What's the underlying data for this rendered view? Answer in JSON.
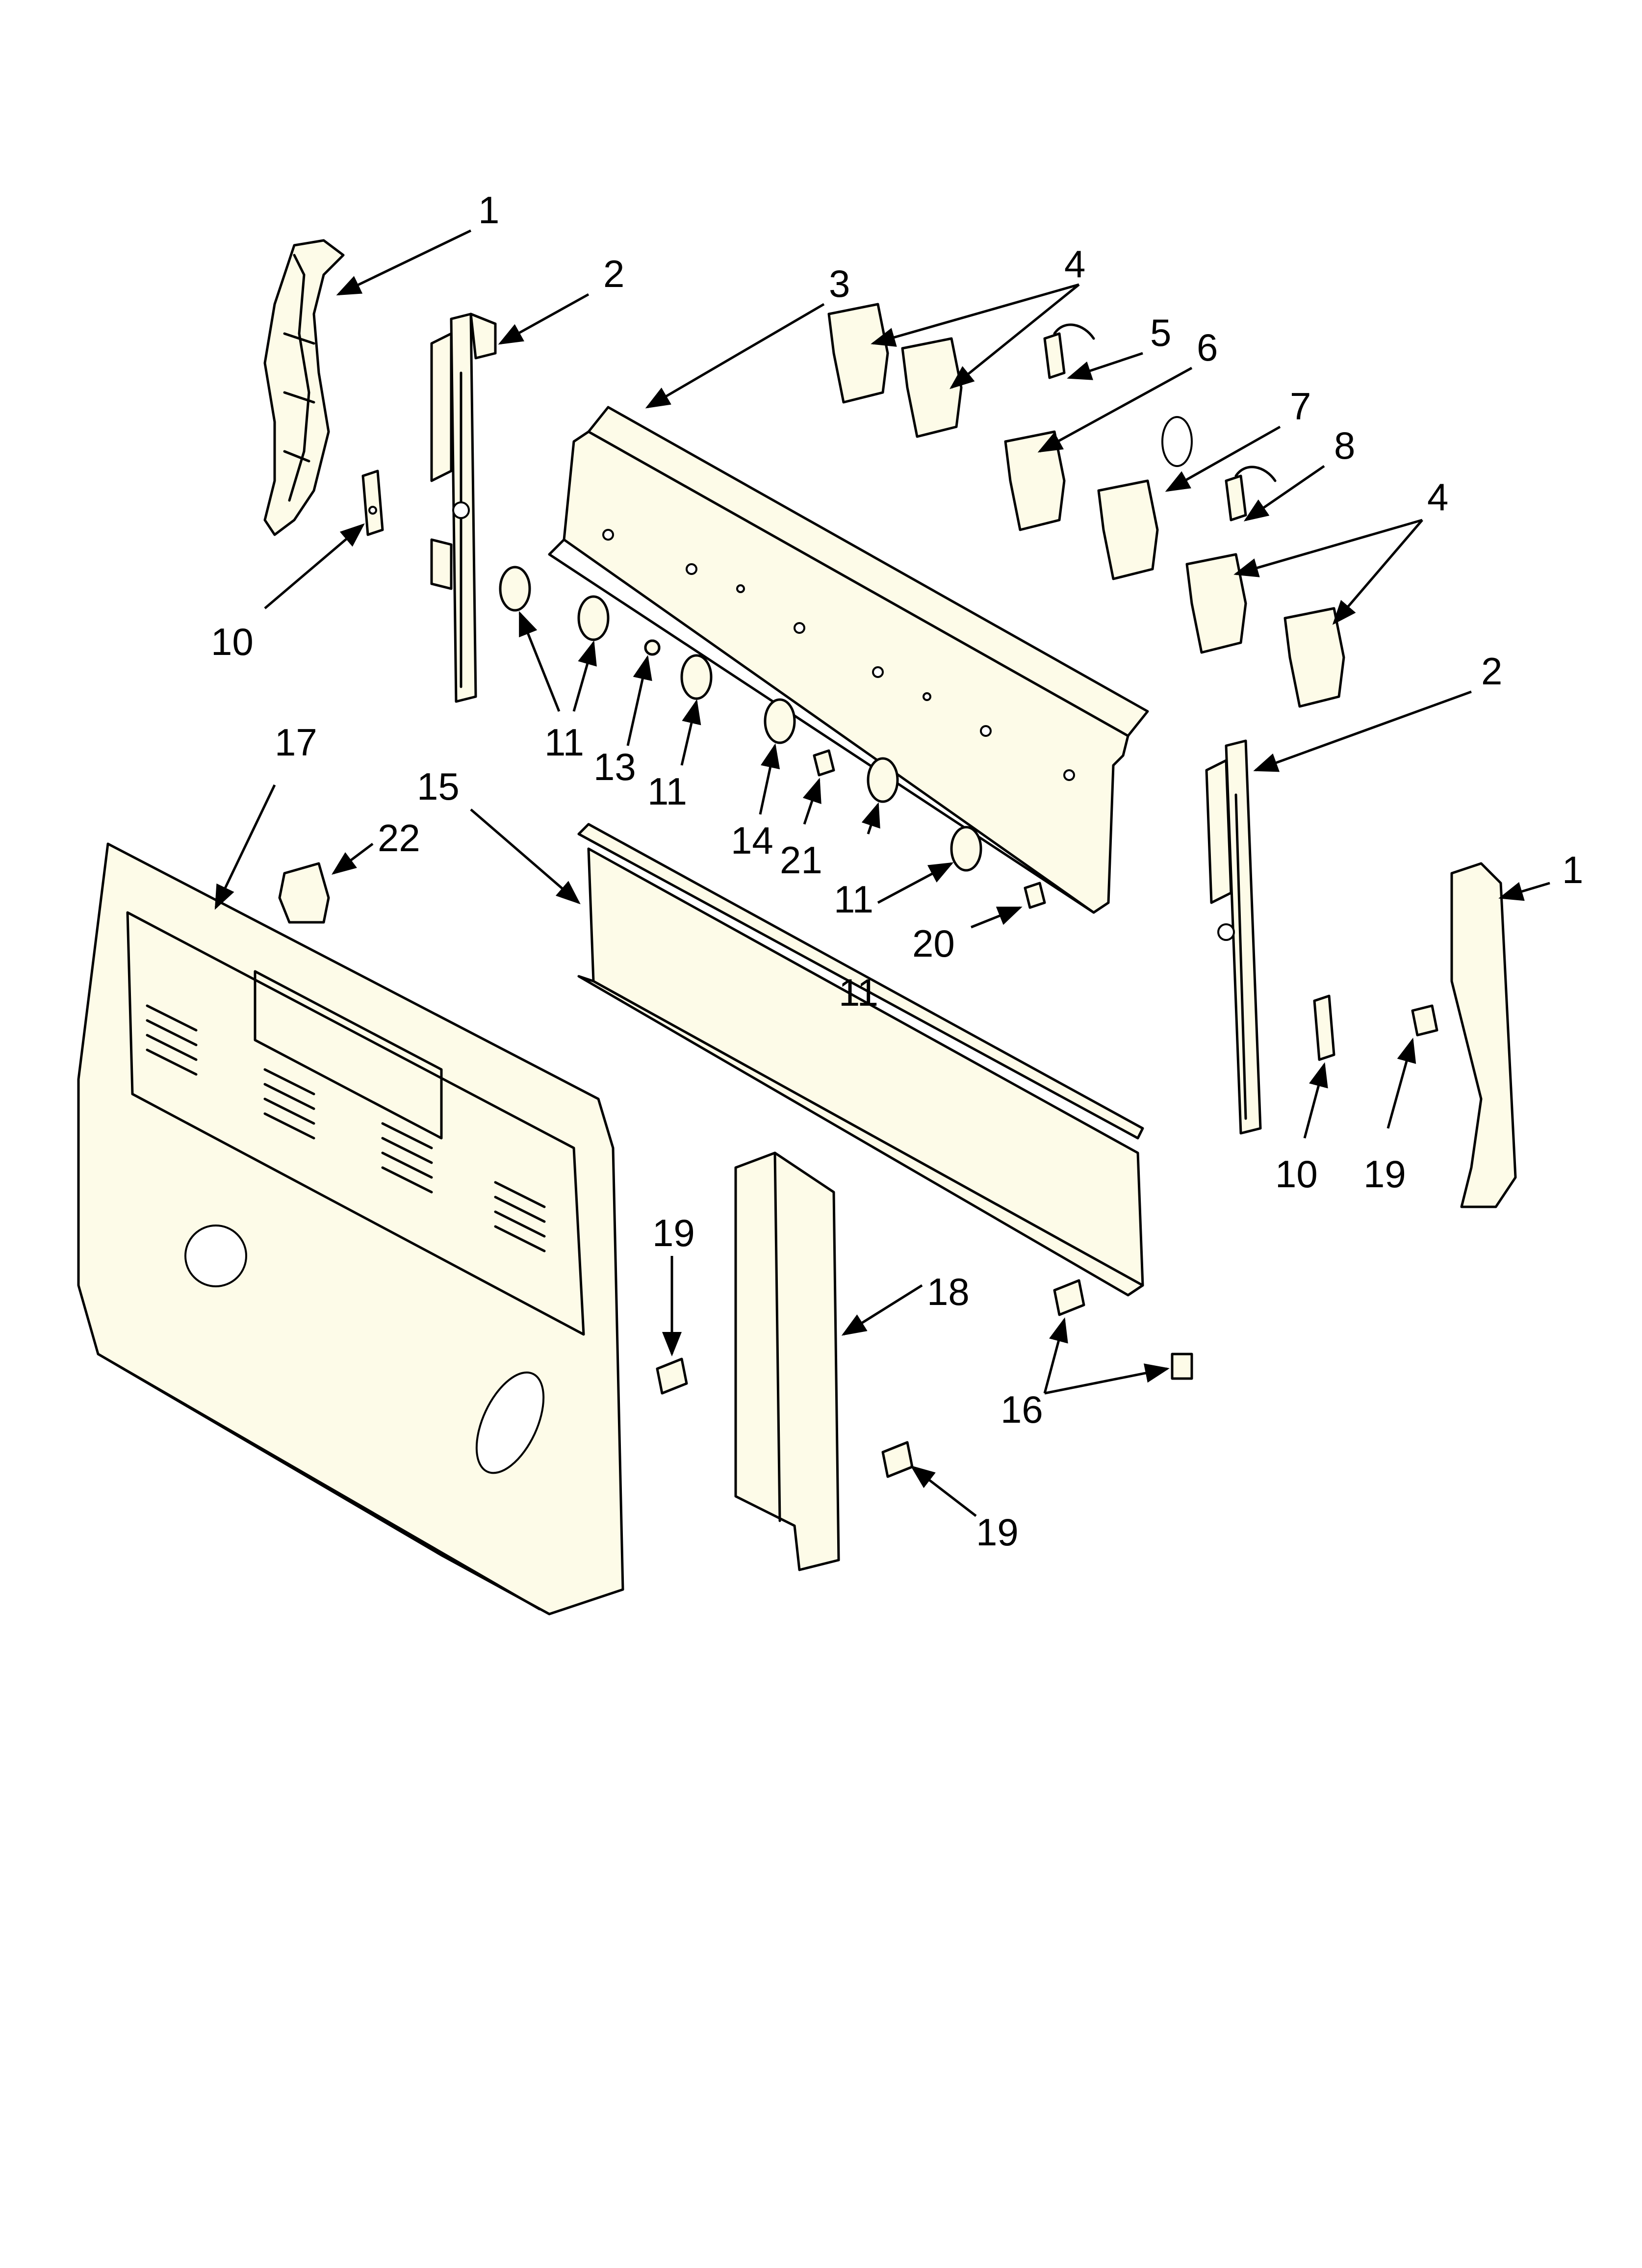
{
  "callouts": {
    "c1a": "1",
    "c2a": "2",
    "c3": "3",
    "c4a": "4",
    "c5": "5",
    "c6": "6",
    "c7": "7",
    "c8": "8",
    "c4b": "4",
    "c10a": "10",
    "c11a": "11",
    "c11b": "11",
    "c13": "13",
    "c11c": "11",
    "c14": "14",
    "c21": "21",
    "c11d": "11",
    "c2b": "2",
    "c17": "17",
    "c22": "22",
    "c15": "15",
    "c1b": "1",
    "c20": "20",
    "c10b": "10",
    "c19a": "19",
    "c19b": "19",
    "c18": "18",
    "c16": "16",
    "c19c": "19"
  }
}
